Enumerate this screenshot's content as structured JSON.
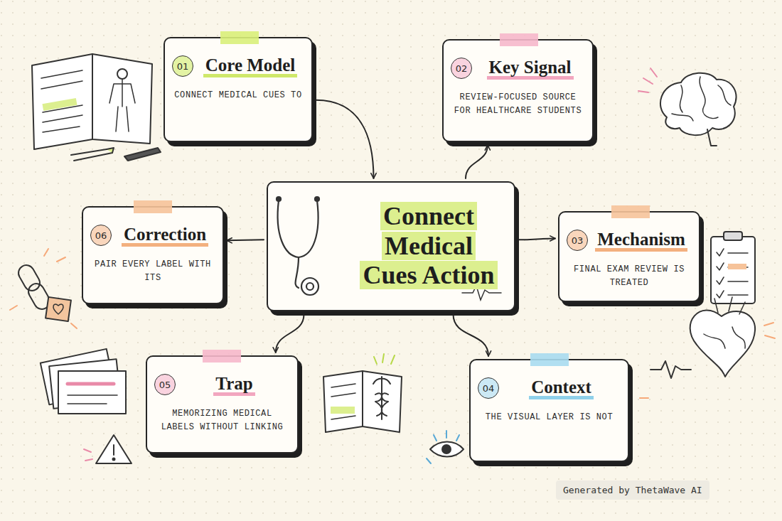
{
  "diagram": {
    "nodes": [
      {
        "text": [
          "Core Model",
          "CONNECT MEDICAL CUES TO"
        ]
      },
      {
        "text": [
          "01"
        ],
        "in": 0
      },
      {
        "text": [
          "Key Signal",
          "REVIEW-FOCUSED SOURCE FOR HEALTHCARE STUDENTS"
        ]
      },
      {
        "text": [
          "02"
        ],
        "in": 2
      },
      {
        "text": [
          "Connect Medical Cues Action"
        ]
      },
      {
        "text": [
          "Mechanism",
          "FINAL EXAM REVIEW IS TREATED"
        ]
      },
      {
        "text": [
          "03"
        ],
        "in": 5
      },
      {
        "text": [
          "Context",
          "THE VISUAL LAYER IS NOT"
        ]
      },
      {
        "text": [
          "04"
        ],
        "in": 7
      },
      {
        "text": [
          "Trap",
          "MEMORIZING MEDICAL LABELS WITHOUT LINKING"
        ]
      },
      {
        "text": [
          "05"
        ],
        "in": 9
      },
      {
        "text": [
          "Correction",
          "PAIR EVERY LABEL WITH ITS"
        ]
      },
      {
        "text": [
          "06"
        ],
        "in": 11
      }
    ],
    "edges": [
      {
        "from": 0,
        "to": 4,
        "arrow": "to"
      },
      {
        "from": 4,
        "to": 2,
        "arrow": "to"
      },
      {
        "from": 4,
        "to": 5,
        "arrow": "to"
      },
      {
        "from": 4,
        "to": 7,
        "arrow": "to"
      },
      {
        "from": 4,
        "to": 9,
        "arrow": "to"
      },
      {
        "from": 4,
        "to": 11,
        "arrow": "to"
      }
    ],
    "labels": [
      "Generated by ThetaWave AI"
    ]
  }
}
